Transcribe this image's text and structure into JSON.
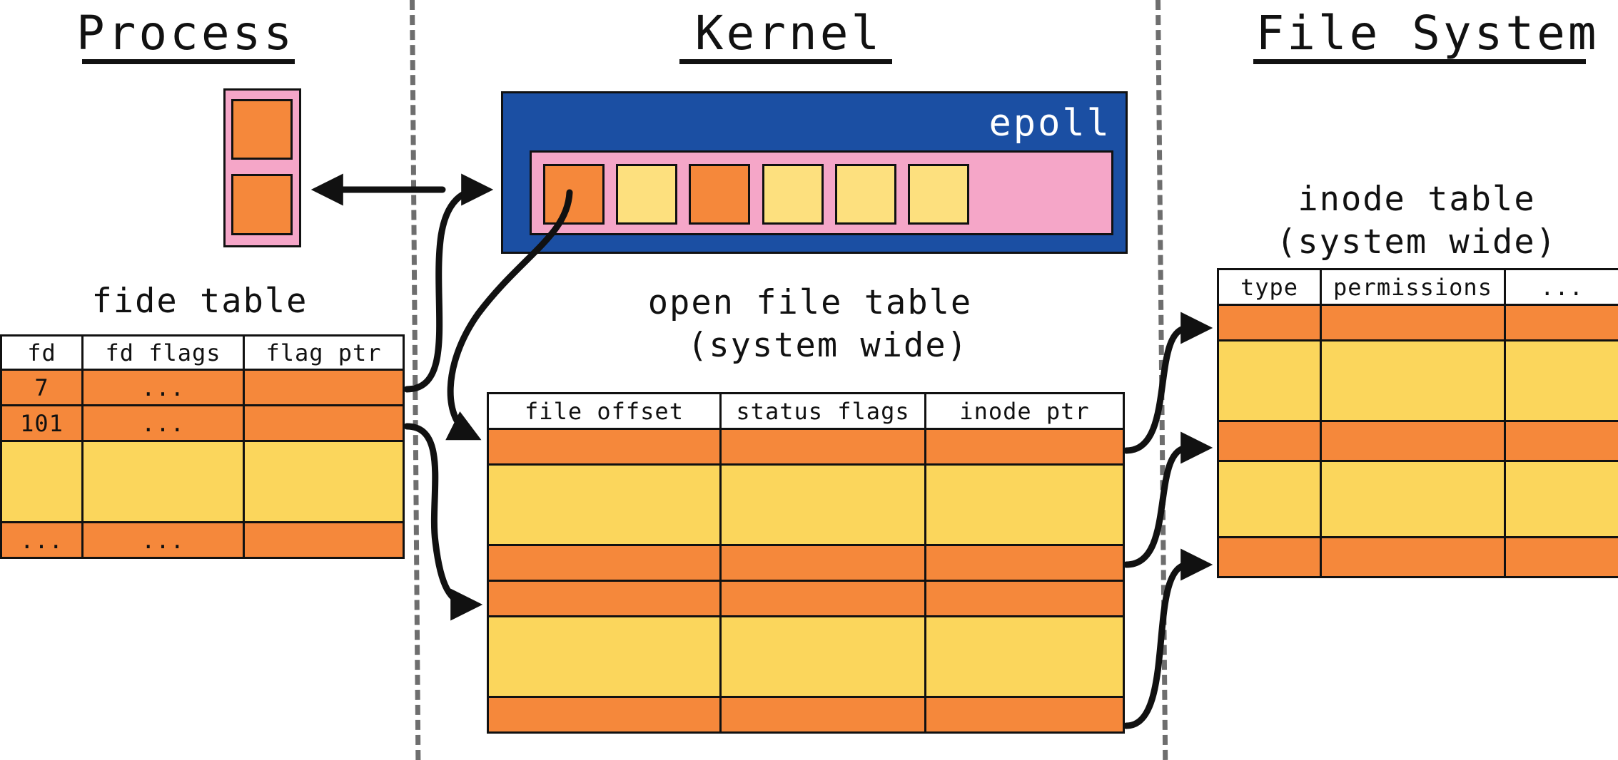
{
  "headings": {
    "process": "Process",
    "kernel": "Kernel",
    "file_system": "File System"
  },
  "epoll": {
    "label": "epoll",
    "slots": [
      "orange",
      "yellow",
      "orange",
      "yellow",
      "yellow",
      "yellow"
    ]
  },
  "process_slots": [
    "orange",
    "orange"
  ],
  "fd_table": {
    "title": "fide table",
    "columns": [
      "fd",
      "fd flags",
      "flag ptr"
    ],
    "rows": [
      {
        "color": "orange",
        "cells": [
          "7",
          "...",
          ""
        ]
      },
      {
        "color": "orange",
        "cells": [
          "101",
          "...",
          ""
        ]
      },
      {
        "color": "yellow",
        "cells": [
          "",
          "",
          ""
        ]
      },
      {
        "color": "orange",
        "cells": [
          "...",
          "...",
          ""
        ]
      }
    ]
  },
  "open_file_table": {
    "title_line1": "open file table",
    "title_line2": "(system wide)",
    "columns": [
      "file offset",
      "status flags",
      "inode ptr"
    ],
    "rows": [
      {
        "color": "orange"
      },
      {
        "color": "yellow"
      },
      {
        "color": "orange"
      },
      {
        "color": "orange"
      },
      {
        "color": "yellow"
      },
      {
        "color": "orange"
      }
    ]
  },
  "inode_table": {
    "title_line1": "inode table",
    "title_line2": "(system wide)",
    "columns": [
      "type",
      "permissions",
      "..."
    ],
    "rows": [
      {
        "color": "orange"
      },
      {
        "color": "yellow"
      },
      {
        "color": "orange"
      },
      {
        "color": "yellow"
      },
      {
        "color": "orange"
      }
    ]
  },
  "colors": {
    "orange": "#f5883b",
    "yellow": "#fbd65c",
    "pink": "#f5a6c8",
    "epoll_blue": "#1b4fa3",
    "divider": "#6e6e6e"
  }
}
